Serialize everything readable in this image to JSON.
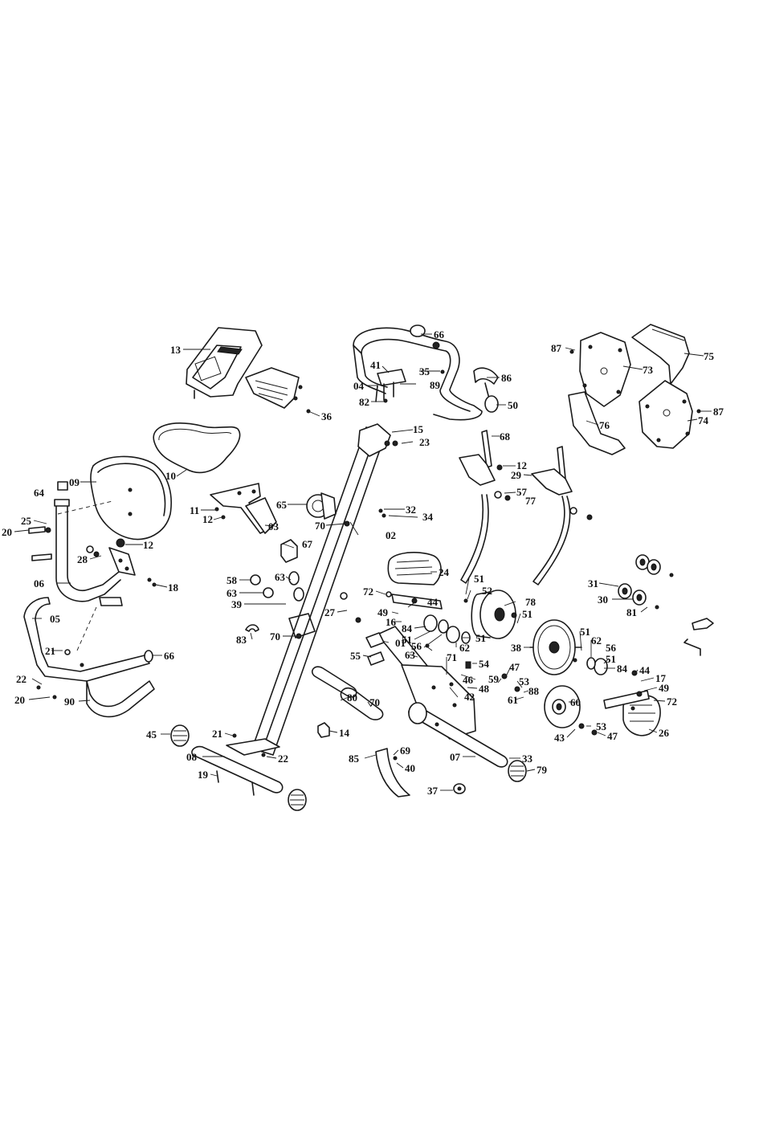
{
  "callouts": [
    {
      "id": "c13",
      "text": "13"
    },
    {
      "id": "c36",
      "text": "36"
    },
    {
      "id": "c66a",
      "text": "66"
    },
    {
      "id": "c41",
      "text": "41"
    },
    {
      "id": "c35",
      "text": "35"
    },
    {
      "id": "c04",
      "text": "04"
    },
    {
      "id": "c89",
      "text": "89"
    },
    {
      "id": "c82",
      "text": "82"
    },
    {
      "id": "c86",
      "text": "86"
    },
    {
      "id": "c50",
      "text": "50"
    },
    {
      "id": "c87a",
      "text": "87"
    },
    {
      "id": "c73",
      "text": "73"
    },
    {
      "id": "c75",
      "text": "75"
    },
    {
      "id": "c87b",
      "text": "87"
    },
    {
      "id": "c74",
      "text": "74"
    },
    {
      "id": "c76",
      "text": "76"
    },
    {
      "id": "c15",
      "text": "15"
    },
    {
      "id": "c23",
      "text": "23"
    },
    {
      "id": "c68",
      "text": "68"
    },
    {
      "id": "c10",
      "text": "10"
    },
    {
      "id": "c09",
      "text": "09"
    },
    {
      "id": "c64",
      "text": "64"
    },
    {
      "id": "c11",
      "text": "11"
    },
    {
      "id": "c12a",
      "text": "12"
    },
    {
      "id": "c65",
      "text": "65"
    },
    {
      "id": "c32",
      "text": "32"
    },
    {
      "id": "c34",
      "text": "34"
    },
    {
      "id": "c12b",
      "text": "12"
    },
    {
      "id": "c29",
      "text": "29"
    },
    {
      "id": "c57",
      "text": "57"
    },
    {
      "id": "c77",
      "text": "77"
    },
    {
      "id": "c25",
      "text": "25"
    },
    {
      "id": "c20a",
      "text": "20"
    },
    {
      "id": "c03",
      "text": "03"
    },
    {
      "id": "c70a",
      "text": "70"
    },
    {
      "id": "c02",
      "text": "02"
    },
    {
      "id": "c12c",
      "text": "12"
    },
    {
      "id": "c67",
      "text": "67"
    },
    {
      "id": "c28",
      "text": "28"
    },
    {
      "id": "c24",
      "text": "24"
    },
    {
      "id": "c18",
      "text": "18"
    },
    {
      "id": "c58",
      "text": "58"
    },
    {
      "id": "c63a",
      "text": "63"
    },
    {
      "id": "c06",
      "text": "06"
    },
    {
      "id": "c63b",
      "text": "63"
    },
    {
      "id": "c51a",
      "text": "51"
    },
    {
      "id": "c31",
      "text": "31"
    },
    {
      "id": "c72a",
      "text": "72"
    },
    {
      "id": "c52",
      "text": "52"
    },
    {
      "id": "c39",
      "text": "39"
    },
    {
      "id": "c44a",
      "text": "44"
    },
    {
      "id": "c30",
      "text": "30"
    },
    {
      "id": "c05",
      "text": "05"
    },
    {
      "id": "c78",
      "text": "78"
    },
    {
      "id": "c49a",
      "text": "49"
    },
    {
      "id": "c81",
      "text": "81"
    },
    {
      "id": "c16",
      "text": "16"
    },
    {
      "id": "c27",
      "text": "27"
    },
    {
      "id": "c51b",
      "text": "51"
    },
    {
      "id": "c84a",
      "text": "84"
    },
    {
      "id": "c83",
      "text": "83"
    },
    {
      "id": "c70b",
      "text": "70"
    },
    {
      "id": "c01",
      "text": "01"
    },
    {
      "id": "c51c",
      "text": "51"
    },
    {
      "id": "c56a",
      "text": "56"
    },
    {
      "id": "c51d",
      "text": "51"
    },
    {
      "id": "c62a",
      "text": "62"
    },
    {
      "id": "c21a",
      "text": "21"
    },
    {
      "id": "c38",
      "text": "38"
    },
    {
      "id": "c51e",
      "text": "51"
    },
    {
      "id": "c62b",
      "text": "62"
    },
    {
      "id": "c66b",
      "text": "66"
    },
    {
      "id": "c55",
      "text": "55"
    },
    {
      "id": "c56b",
      "text": "56"
    },
    {
      "id": "c63c",
      "text": "63"
    },
    {
      "id": "c71",
      "text": "71"
    },
    {
      "id": "c54",
      "text": "54"
    },
    {
      "id": "c47a",
      "text": "47"
    },
    {
      "id": "c51f",
      "text": "51"
    },
    {
      "id": "c84b",
      "text": "84"
    },
    {
      "id": "c44b",
      "text": "44"
    },
    {
      "id": "c22a",
      "text": "22"
    },
    {
      "id": "c17",
      "text": "17"
    },
    {
      "id": "c46",
      "text": "46"
    },
    {
      "id": "c59",
      "text": "59"
    },
    {
      "id": "c48",
      "text": "48"
    },
    {
      "id": "c53a",
      "text": "53"
    },
    {
      "id": "c88",
      "text": "88"
    },
    {
      "id": "c49b",
      "text": "49"
    },
    {
      "id": "c20b",
      "text": "20"
    },
    {
      "id": "c42",
      "text": "42"
    },
    {
      "id": "c61",
      "text": "61"
    },
    {
      "id": "c80",
      "text": "80"
    },
    {
      "id": "c70c",
      "text": "70"
    },
    {
      "id": "c60",
      "text": "60"
    },
    {
      "id": "c72b",
      "text": "72"
    },
    {
      "id": "c90",
      "text": "90"
    },
    {
      "id": "c14",
      "text": "14"
    },
    {
      "id": "c53b",
      "text": "53"
    },
    {
      "id": "c45",
      "text": "45"
    },
    {
      "id": "c21b",
      "text": "21"
    },
    {
      "id": "c43",
      "text": "43"
    },
    {
      "id": "c47b",
      "text": "47"
    },
    {
      "id": "c26",
      "text": "26"
    },
    {
      "id": "c08",
      "text": "08"
    },
    {
      "id": "c22b",
      "text": "22"
    },
    {
      "id": "c85",
      "text": "85"
    },
    {
      "id": "c69",
      "text": "69"
    },
    {
      "id": "c07",
      "text": "07"
    },
    {
      "id": "c33",
      "text": "33"
    },
    {
      "id": "c19",
      "text": "19"
    },
    {
      "id": "c40",
      "text": "40"
    },
    {
      "id": "c79",
      "text": "79"
    },
    {
      "id": "c37",
      "text": "37"
    }
  ]
}
